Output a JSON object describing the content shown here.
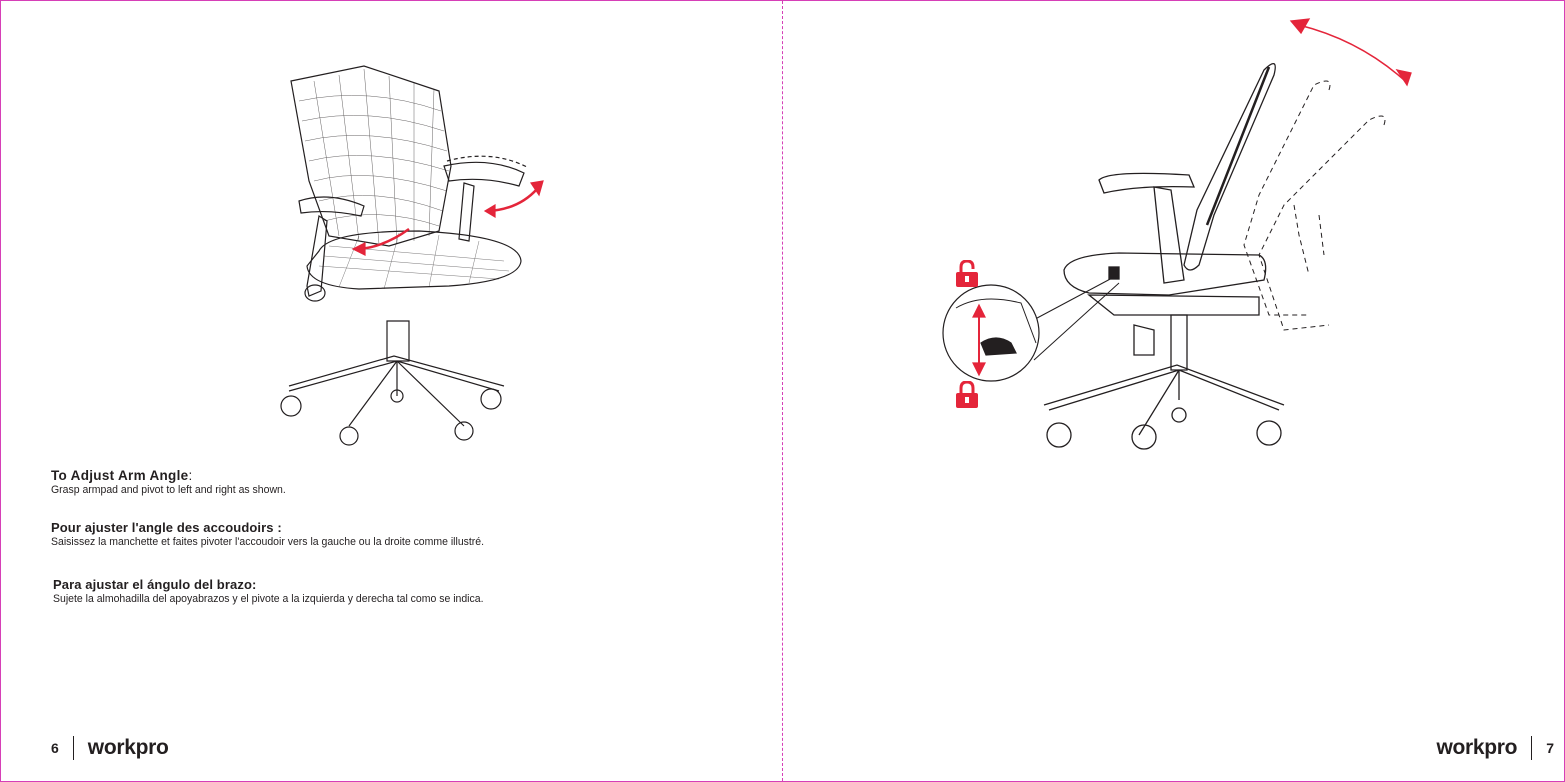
{
  "left_page": {
    "page_number": "6",
    "brand": "workpro",
    "instructions": {
      "en": {
        "title": "To Adjust Arm Angle",
        "colon": ":",
        "body": "Grasp armpad and pivot to left and  right as shown."
      },
      "fr": {
        "title": "Pour ajuster l'angle des accoudoirs :",
        "body": "Saisissez la manchette et faites pivoter l'accoudoir  vers la gauche ou la droite comme illustré."
      },
      "es": {
        "title": "Para ajustar el ángulo del brazo:",
        "body": "Sujete la almohadilla del apoyabrazos y el pivote a  la izquierda y derecha tal como se indica."
      }
    },
    "illustration_icon": "office-chair-arm-pivot-icon"
  },
  "right_page": {
    "page_number": "7",
    "brand": "workpro",
    "illustration_icon": "office-chair-recline-icon",
    "icons": [
      "lock-icon",
      "unlock-icon",
      "tilt-lever-icon"
    ]
  },
  "colors": {
    "accent": "#e4253a",
    "fold_line": "#d63fb7",
    "ink": "#231f20"
  }
}
